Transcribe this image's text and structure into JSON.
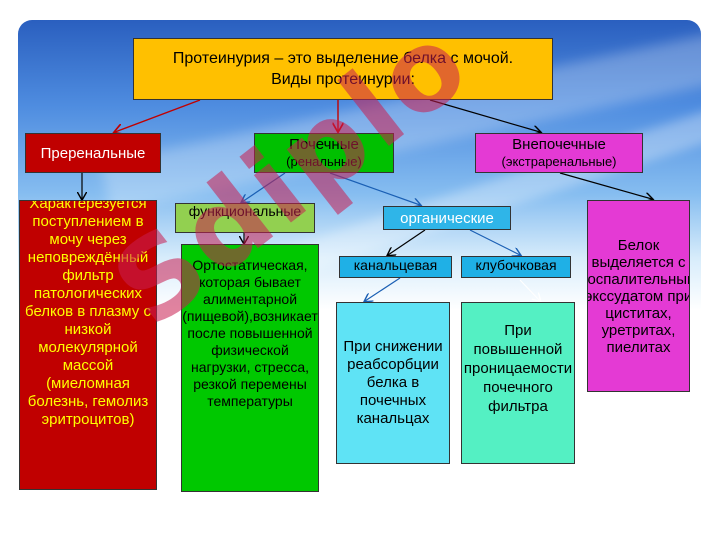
{
  "title": {
    "line1": "Протеинурия – это выделение белка с мочой.",
    "line2": "Виды протеинурии:"
  },
  "categories": {
    "prerenal": "Преренальные",
    "renal_label": "Почечные",
    "renal_sub": "(ренальные)",
    "extrarenal_label": "Внепочечные",
    "extrarenal_sub": "(экстраренальные)"
  },
  "renal_types": {
    "functional": "функциональные",
    "organic": "органические",
    "tubular": "канальцевая",
    "glomerular": "клубочковая"
  },
  "descriptions": {
    "prerenal": "Характерезуется поступлением в мочу через неповреждённый фильтр патологических белков в плазму с низкой молекулярной массой (миеломная болезнь, гемолиз эритроцитов)",
    "functional": "Ортостатическая, которая бывает алиментарной (пищевой),возникает после повышенной физической нагрузки, стресса, резкой перемены температуры",
    "tubular": "При снижении реабсорбции белка в почечных канальцах",
    "glomerular": "При повышенной проницаемости почечного фильтра",
    "extrarenal": "Белок выделяется с воспалительным экссудатом при циститах, уретритах, пиелитах"
  },
  "watermark": "Sdiplo",
  "colors": {
    "title_bg": "#ffc000",
    "prerenal_bg": "#c00000",
    "renal_bg": "#00c000",
    "extrarenal_bg": "#e43ad4",
    "functional_bg": "#92d050",
    "organic_bg": "#2fb5e8",
    "tubular_desc_bg": "#5fe3f5",
    "glomerular_desc_bg": "#54f0c3"
  }
}
